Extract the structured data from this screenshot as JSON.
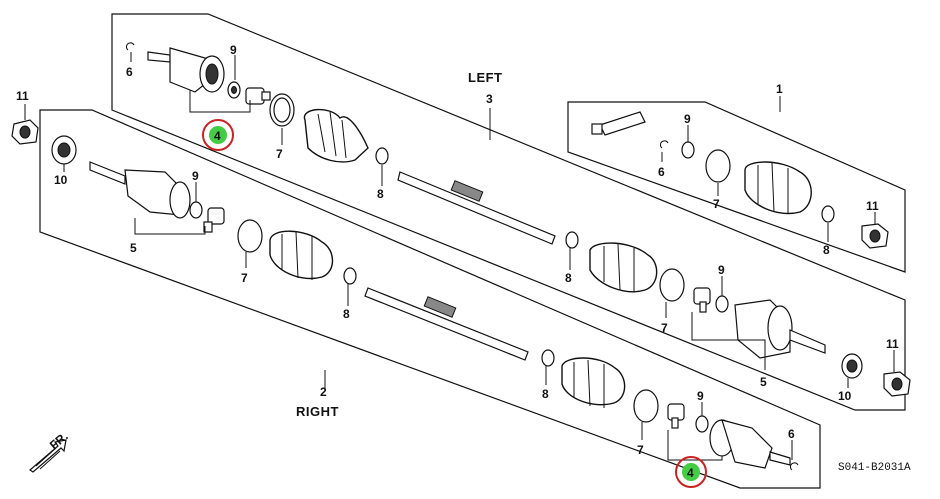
{
  "diagram": {
    "labels": {
      "left": "LEFT",
      "right": "RIGHT",
      "code": "S041-B2031A",
      "front": "FR."
    },
    "callouts": {
      "n1": "1",
      "n2": "2",
      "n3": "3",
      "n4": "4",
      "n5": "5",
      "n6": "6",
      "n7": "7",
      "n8": "8",
      "n9": "9",
      "n10": "10",
      "n11": "11"
    },
    "highlight_color": "#cc2222",
    "highlight_fill": "#44cc44"
  }
}
